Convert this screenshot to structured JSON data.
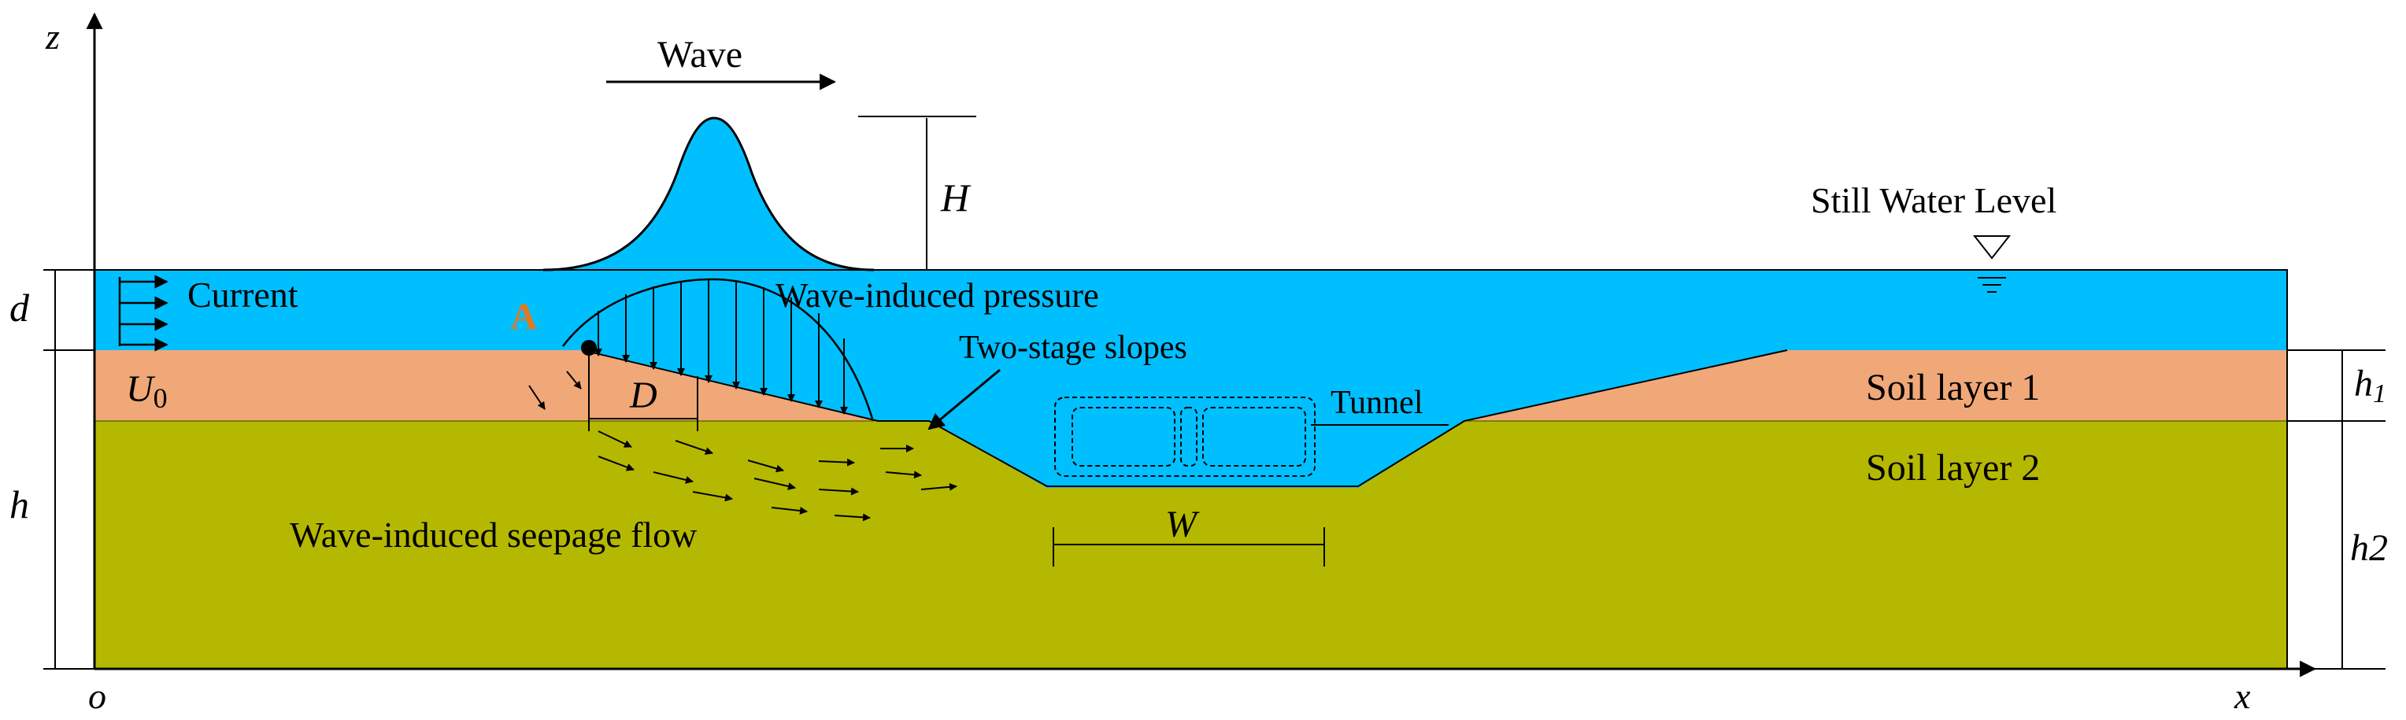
{
  "labels": {
    "z_axis": "z",
    "x_axis": "x",
    "origin": "o",
    "wave": "Wave",
    "wave_height": "H",
    "still_water_level": "Still Water Level",
    "water_depth": "d",
    "current": "Current",
    "current_velocity": "U",
    "current_velocity_sub": "0",
    "point_a": "A",
    "wave_induced_pressure": "Wave-induced pressure",
    "two_stage_slopes": "Two-stage slopes",
    "tunnel": "Tunnel",
    "soil_layer_1": "Soil layer 1",
    "soil_layer_2": "Soil layer 2",
    "burial_depth": "D",
    "trench_width": "W",
    "seabed_thickness": "h",
    "layer1_thickness": "h",
    "layer1_thickness_sub": "1",
    "layer2_thickness": "h2",
    "seepage_flow": "Wave-induced seepage flow"
  },
  "colors": {
    "water": "#00BFFF",
    "soil_layer_1": "#F0A878",
    "soil_layer_2": "#B5B800",
    "point_a_label": "#E07A1F",
    "lines": "#000000"
  },
  "icons": {
    "still_water_marker": "inverted-triangle-icon"
  }
}
